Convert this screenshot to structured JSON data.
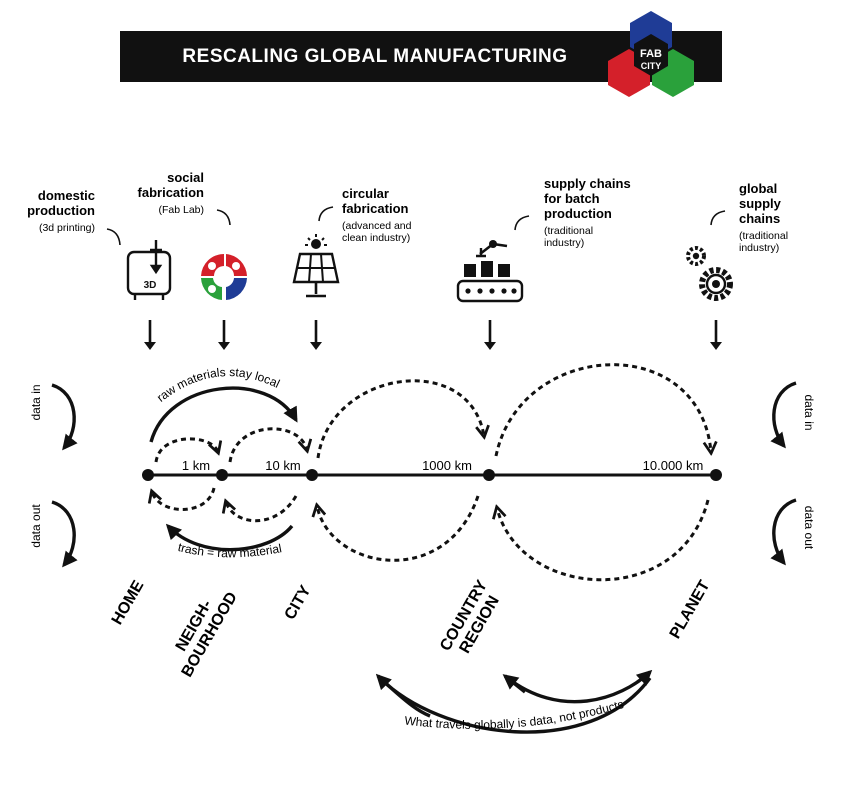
{
  "title": "RESCALING GLOBAL MANUFACTURING",
  "logo": {
    "line1": "FAB",
    "line2": "CITY",
    "colors": [
      "#1f3c96",
      "#d4202a",
      "#2aa13b"
    ]
  },
  "production": [
    {
      "title": [
        "domestic",
        "production"
      ],
      "subtitle": [
        "(3d printing)"
      ],
      "icon": "3d-printer-icon",
      "icon_label": "3D"
    },
    {
      "title": [
        "social",
        "fabrication"
      ],
      "subtitle": [
        "(Fab Lab)"
      ],
      "icon": "fab-lab-logo-icon"
    },
    {
      "title": [
        "circular",
        "fabrication"
      ],
      "subtitle": [
        "(advanced and",
        "clean industry)"
      ],
      "icon": "solar-panel-icon"
    },
    {
      "title": [
        "supply chains",
        "for batch",
        "production"
      ],
      "subtitle": [
        "(traditional",
        "industry)"
      ],
      "icon": "robot-arm-conveyor-icon"
    },
    {
      "title": [
        "global",
        "supply",
        "chains"
      ],
      "subtitle": [
        "(traditional",
        "industry)"
      ],
      "icon": "gears-icon"
    }
  ],
  "distances": [
    "1 km",
    "10 km",
    "1000 km",
    "10.000 km"
  ],
  "scales": [
    {
      "lines": [
        "HOME"
      ]
    },
    {
      "lines": [
        "NEIGH-",
        "BOURHOOD"
      ]
    },
    {
      "lines": [
        "CITY"
      ]
    },
    {
      "lines": [
        "COUNTRY",
        "REGION"
      ]
    },
    {
      "lines": [
        "PLANET"
      ]
    }
  ],
  "annotations": {
    "raw_materials": "raw materials stay local",
    "trash": "trash = raw material",
    "data_in": "data in",
    "data_out": "data out",
    "global_note": "What travels globally is data, not products"
  }
}
